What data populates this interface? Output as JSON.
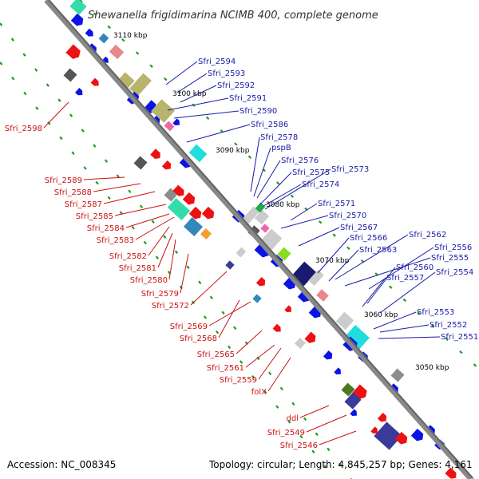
{
  "title": "Shewanella frigidimarina NCIMB 400, complete genome",
  "accession_text": "Accession: NC_008345",
  "summary_text": "Topology: circular; Length: 4,845,257 bp; Genes: 4,161",
  "colors": {
    "backbone": "#888888",
    "tick": "#1e9c1e",
    "label_forward": "#1a1aa8",
    "label_reverse": "#cc1111",
    "gene_forward": "#0a14e6",
    "gene_reverse": "#ee1111"
  },
  "scale_labels": [
    "3110 kbp",
    "3100 kbp",
    "3090 kbp",
    "3080 kbp",
    "3070 kbp",
    "3060 kbp",
    "3050 kbp"
  ],
  "labels_forward": [
    "Sfri_2594",
    "Sfri_2593",
    "Sfri_2592",
    "Sfri_2591",
    "Sfri_2590",
    "Sfri_2586",
    "Sfri_2578",
    "pspB",
    "Sfri_2576",
    "Sfri_2575",
    "Sfri_2573",
    "Sfri_2574",
    "Sfri_2571",
    "Sfri_2570",
    "Sfri_2567",
    "Sfri_2566",
    "Sfri_2562",
    "Sfri_2563",
    "Sfri_2556",
    "Sfri_2555",
    "Sfri_2560",
    "Sfri_2557",
    "Sfri_2554",
    "Sfri_2553",
    "Sfri_2552",
    "Sfri_2551"
  ],
  "labels_reverse": [
    "Sfri_2598",
    "Sfri_2589",
    "Sfri_2588",
    "Sfri_2587",
    "Sfri_2585",
    "Sfri_2584",
    "Sfri_2583",
    "Sfri_2582",
    "Sfri_2581",
    "Sfri_2580",
    "Sfri_2579",
    "Sfri_2572",
    "Sfri_2569",
    "Sfri_2568",
    "Sfri_2565",
    "Sfri_2561",
    "Sfri_2559",
    "folX",
    "ddl",
    "Sfri_2549",
    "Sfri_2546"
  ]
}
